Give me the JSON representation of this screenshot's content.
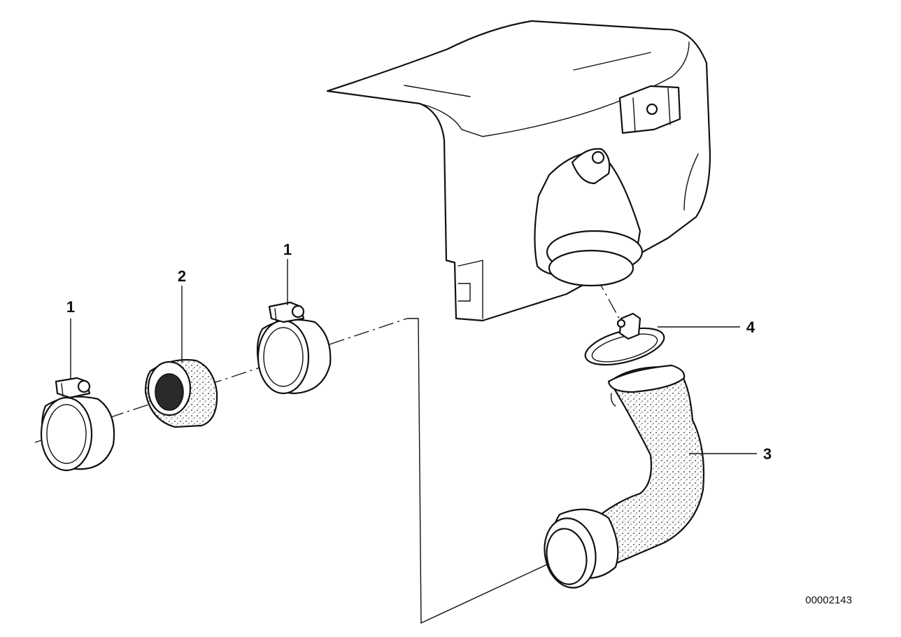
{
  "diagram": {
    "callouts": [
      {
        "id": "clamp-left",
        "label": "1"
      },
      {
        "id": "sleeve",
        "label": "2"
      },
      {
        "id": "clamp-middle",
        "label": "1"
      },
      {
        "id": "hose",
        "label": "3"
      },
      {
        "id": "hose-clamp",
        "label": "4"
      }
    ],
    "reference_number": "00002143"
  }
}
